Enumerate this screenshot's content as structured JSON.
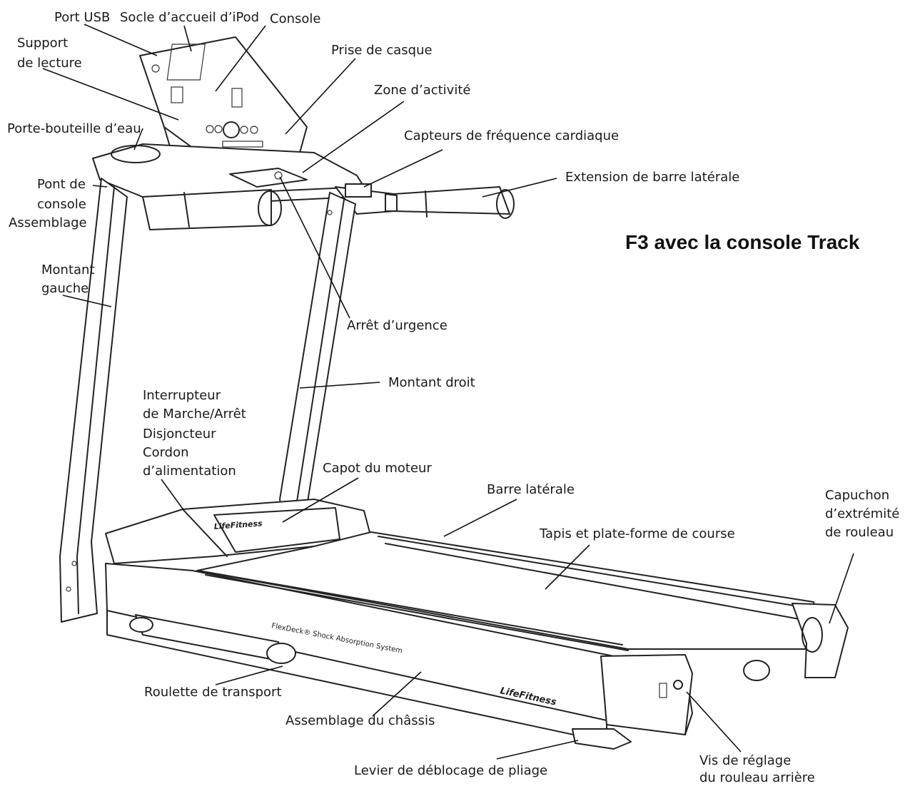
{
  "title": "F3 avec la console Track",
  "labels": {
    "port_usb": "Port USB",
    "socle_ipod": "Socle d’accueil d’iPod",
    "console": "Console",
    "support_lecture_1": "Support",
    "support_lecture_2": "de lecture",
    "prise_casque": "Prise de casque",
    "zone_activite": "Zone d’activité",
    "porte_bouteille": "Porte-bouteille d’eau",
    "capteurs_frequence": "Capteurs de fréquence cardiaque",
    "pont_console_1": "Pont de",
    "pont_console_2": "console",
    "pont_console_3": "Assemblage",
    "extension_barre": "Extension de barre latérale",
    "montant_gauche_1": "Montant",
    "montant_gauche_2": "gauche",
    "arret_urgence": "Arrêt d’urgence",
    "montant_droit": "Montant droit",
    "interrupteur_1": "Interrupteur",
    "interrupteur_2": "de Marche/Arrêt",
    "interrupteur_3": "Disjoncteur",
    "interrupteur_4": "Cordon",
    "interrupteur_5": "d’alimentation",
    "capot_moteur": "Capot du moteur",
    "barre_laterale": "Barre latérale",
    "capuchon_1": "Capuchon",
    "capuchon_2": "d’extrémité",
    "capuchon_3": "de rouleau",
    "tapis": "Tapis et plate-forme de course",
    "roulette": "Roulette de transport",
    "chassis": "Assemblage du châssis",
    "levier": "Levier de déblocage de pliage",
    "vis_1": "Vis de réglage",
    "vis_2": "du rouleau arrière"
  },
  "machine_markings": {
    "brand": "LifeFitness",
    "flexdeck": "FlexDeck® Shock Absorption System"
  }
}
